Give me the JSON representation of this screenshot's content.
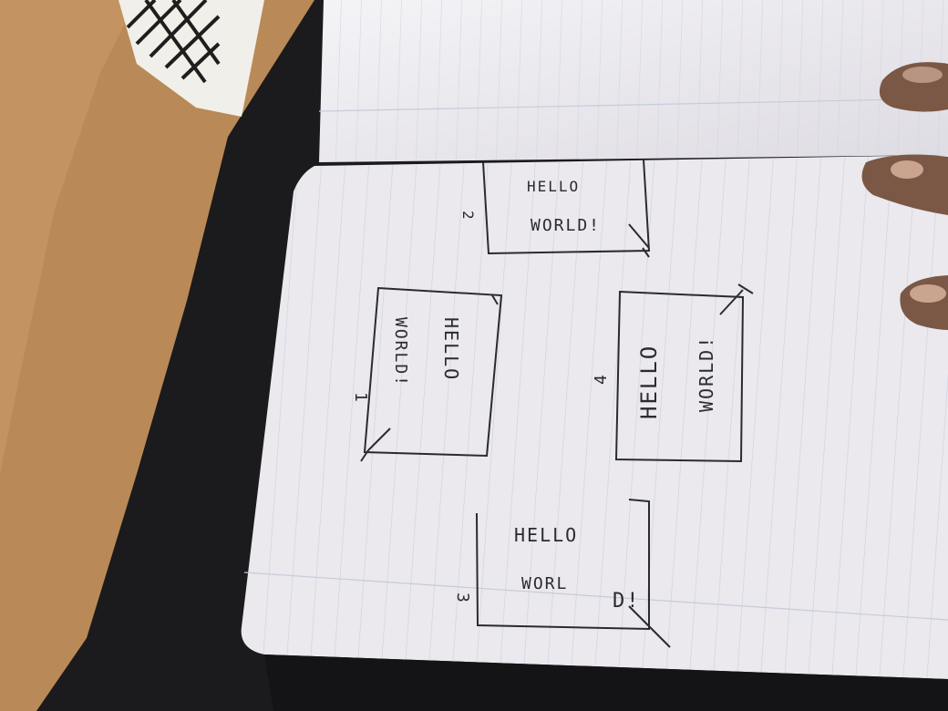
{
  "photo": {
    "subject": "notebook sketch",
    "sketches": [
      {
        "number": "2",
        "line1": "HELLO",
        "line2": "WORLD!"
      },
      {
        "number": "1",
        "line1": "HELLO",
        "line2": "WORLD!"
      },
      {
        "number": "4",
        "line1": "HELLO",
        "line2": "WORLD!"
      },
      {
        "number": "3",
        "line1": "HELLO",
        "line2": "WORL",
        "line3": "D!"
      }
    ],
    "colors": {
      "background": "#1b1a1d",
      "envelope": "#b98a57",
      "paper": "#ebe9ee",
      "rule_lines": "#c9cfe0",
      "ink": "#2b2b2f",
      "skin": "#7a5845"
    }
  }
}
